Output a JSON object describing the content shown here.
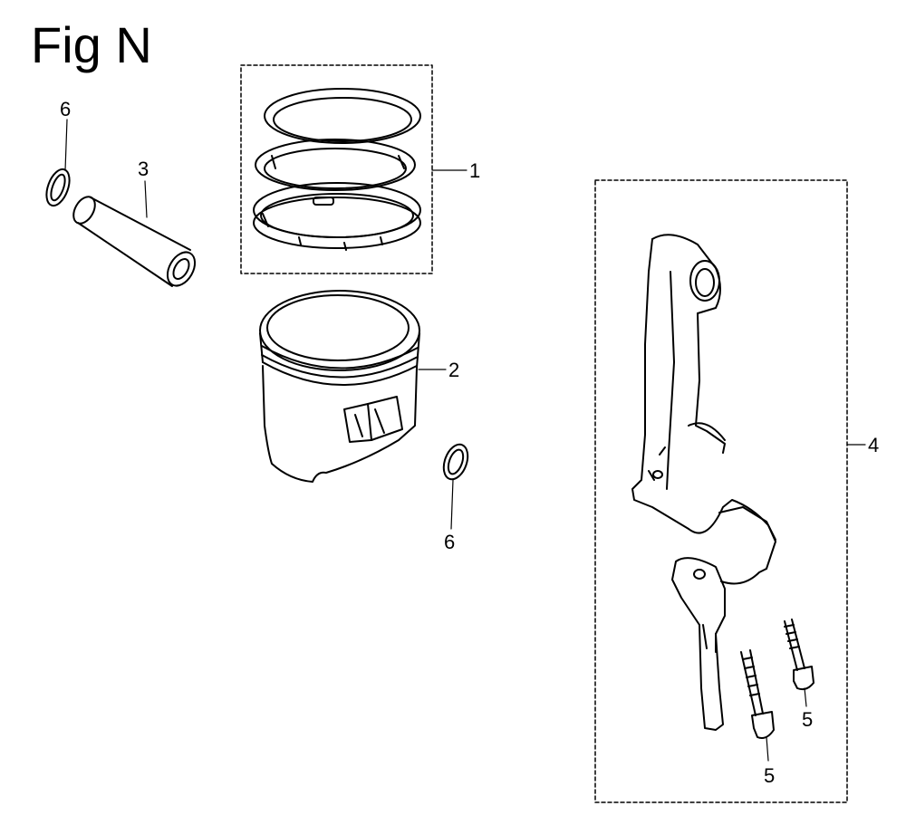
{
  "figure": {
    "title": "Fig N"
  },
  "parts": [
    {
      "id": "piston-ring-set",
      "callout": "1"
    },
    {
      "id": "piston",
      "callout": "2"
    },
    {
      "id": "piston-pin",
      "callout": "3"
    },
    {
      "id": "connecting-rod-assembly",
      "callout": "4"
    },
    {
      "id": "rod-bolt-a",
      "callout": "5"
    },
    {
      "id": "rod-bolt-b",
      "callout": "5"
    },
    {
      "id": "pin-clip-a",
      "callout": "6"
    },
    {
      "id": "pin-clip-b",
      "callout": "6"
    }
  ],
  "colors": {
    "line": "#000000",
    "background": "#ffffff"
  }
}
